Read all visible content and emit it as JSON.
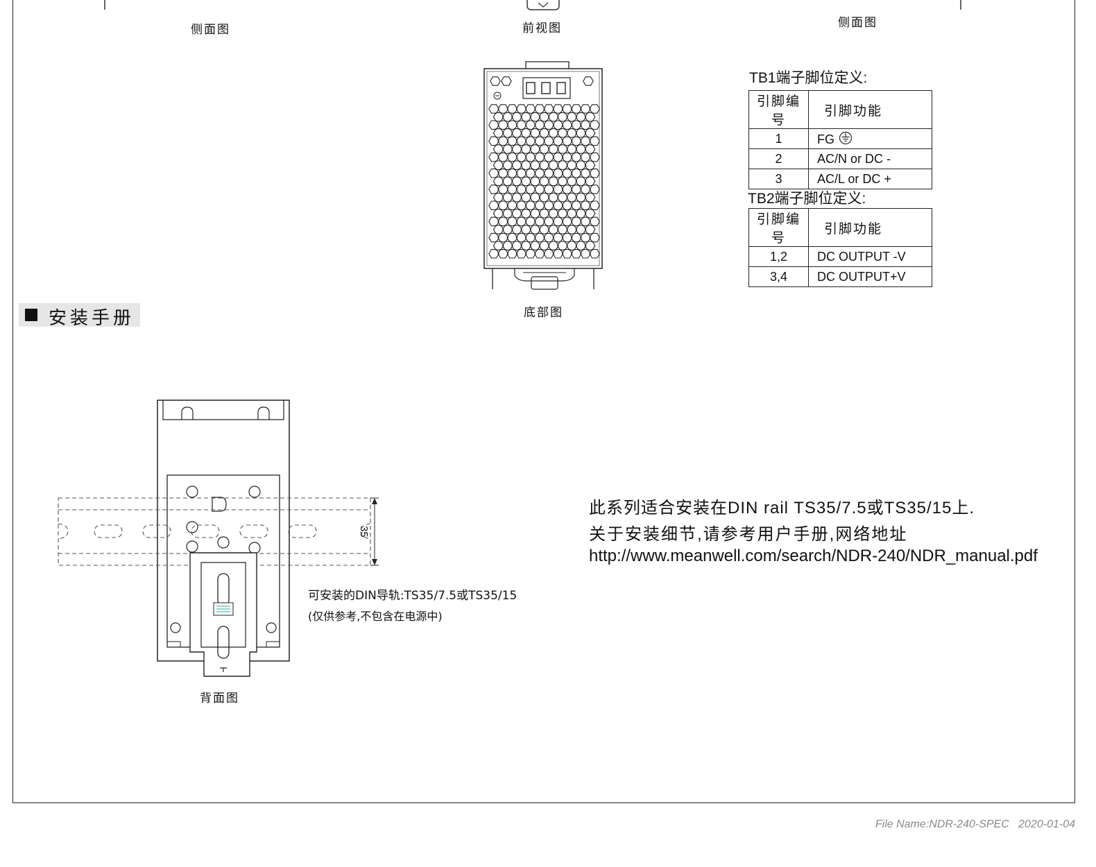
{
  "captions": {
    "side_left": "侧面图",
    "front": "前视图",
    "side_right": "侧面图",
    "bottom": "底部图",
    "back": "背面图"
  },
  "tb1": {
    "title": "TB1端子脚位定义:",
    "headers": [
      "引脚编号",
      "引脚功能"
    ],
    "rows": [
      {
        "pin": "1",
        "func": "FG"
      },
      {
        "pin": "2",
        "func": "AC/N or DC -"
      },
      {
        "pin": "3",
        "func": "AC/L  or DC +"
      }
    ]
  },
  "tb2": {
    "title": "TB2端子脚位定义:",
    "headers": [
      "引脚编号",
      "引脚功能"
    ],
    "rows": [
      {
        "pin": "1,2",
        "func": "DC OUTPUT -V"
      },
      {
        "pin": "3,4",
        "func": "DC OUTPUT+V"
      }
    ]
  },
  "install": {
    "section_title": "安装手册",
    "dim_label": "35",
    "rail_note_1": "可安装的DIN导轨:TS35/7.5或TS35/15",
    "rail_note_2": "(仅供参考,不包含在电源中)",
    "info_line_1": "此系列适合安装在DIN rail TS35/7.5或TS35/15上.",
    "info_line_2": "关于安装细节,请参考用户手册,网络地址",
    "info_line_3": "http://www.meanwell.com/search/NDR-240/NDR_manual.pdf"
  },
  "footer": {
    "file_name": "File Name:NDR-240-SPEC",
    "date": "2020-01-04"
  },
  "icons": {
    "fg": "ground-icon",
    "section": "black-square-icon"
  }
}
